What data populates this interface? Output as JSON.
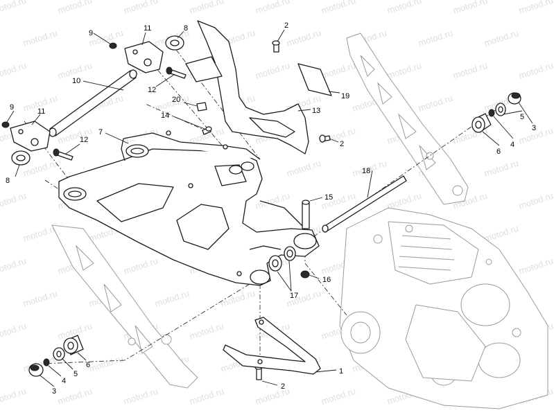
{
  "watermark": {
    "text": "motod.ru",
    "color": "#c4c4c4"
  },
  "callouts": {
    "c1": "1",
    "c2a": "2",
    "c2b": "2",
    "c2c": "2",
    "c3a": "3",
    "c3b": "3",
    "c4a": "4",
    "c4b": "4",
    "c5a": "5",
    "c5b": "5",
    "c6a": "6",
    "c6b": "6",
    "c7": "7",
    "c8a": "8",
    "c8b": "8",
    "c9a": "9",
    "c9b": "9",
    "c10": "10",
    "c11a": "11",
    "c11b": "11",
    "c12a": "12",
    "c12b": "12",
    "c13": "13",
    "c14": "14",
    "c15": "15",
    "c16": "16",
    "c17": "17",
    "c18": "18",
    "c19": "19",
    "c20": "20"
  }
}
